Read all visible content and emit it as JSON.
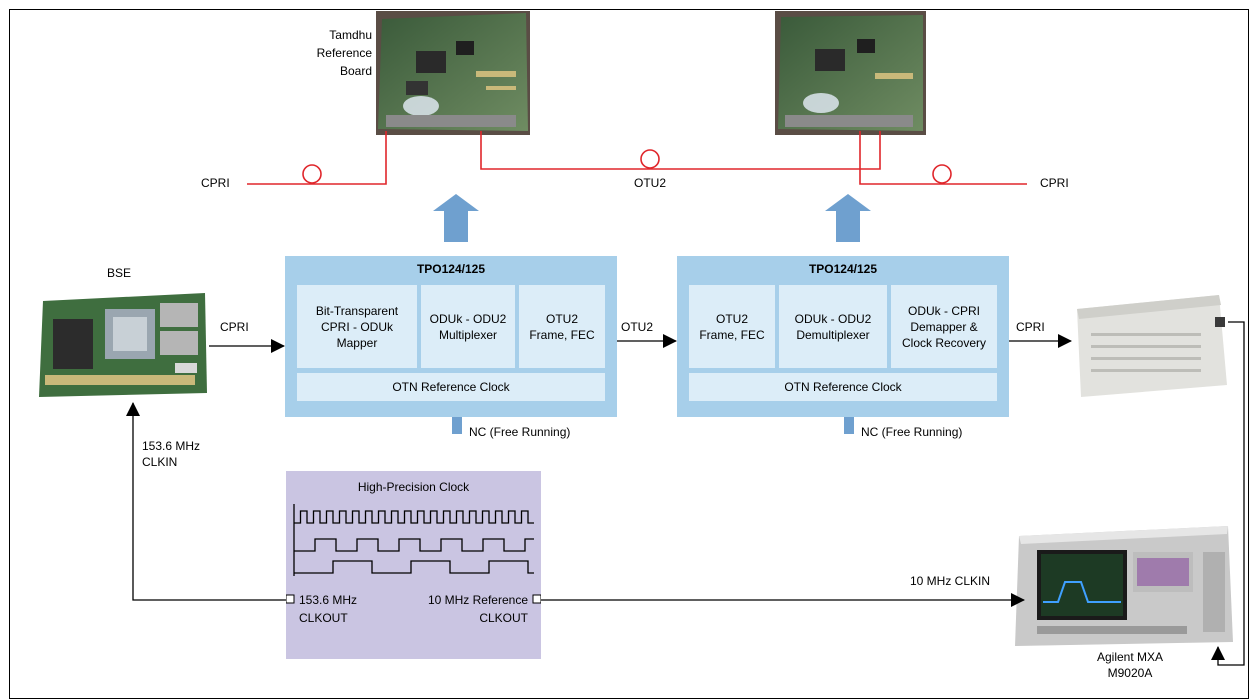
{
  "labels": {
    "tamdhu_line1": "Tamdhu",
    "tamdhu_line2": "Reference",
    "tamdhu_line3": "Board",
    "cpri_left": "CPRI",
    "cpri_right": "CPRI",
    "otu2_top": "OTU2",
    "bse": "BSE",
    "cpri_in": "CPRI",
    "otu2_mid": "OTU2",
    "cpri_out": "CPRI",
    "clkin_1536_l1": "153.6 MHz",
    "clkin_1536_l2": "CLKIN",
    "nc_left": "NC (Free Running)",
    "nc_right": "NC (Free Running)",
    "clkin_10mhz": "10 MHz CLKIN",
    "agilent_l1": "Agilent MXA",
    "agilent_l2": "M9020A"
  },
  "tpo_left": {
    "title": "TPO124/125",
    "blocks": [
      "Bit-Transparent\nCPRI - ODUk\nMapper",
      "ODUk - ODU2\nMultiplexer",
      "OTU2\nFrame, FEC"
    ],
    "ref_clock": "OTN Reference Clock"
  },
  "tpo_right": {
    "title": "TPO124/125",
    "blocks": [
      "OTU2\nFrame, FEC",
      "ODUk - ODU2\nDemultiplexer",
      "ODUk - CPRI\nDemapper &\nClock Recovery"
    ],
    "ref_clock": "OTN Reference Clock"
  },
  "clock": {
    "title": "High-Precision Clock",
    "out1_l1": "153.6 MHz",
    "out1_l2": "CLKOUT",
    "out2_l1": "10 MHz Reference",
    "out2_l2": "CLKOUT"
  },
  "colors": {
    "fiber": "#e0262b",
    "tpo": "#a7cfea",
    "tpo_sub": "#dcedf8",
    "up_arrow": "#6fa0cf",
    "clock_box": "#cac5e2"
  }
}
